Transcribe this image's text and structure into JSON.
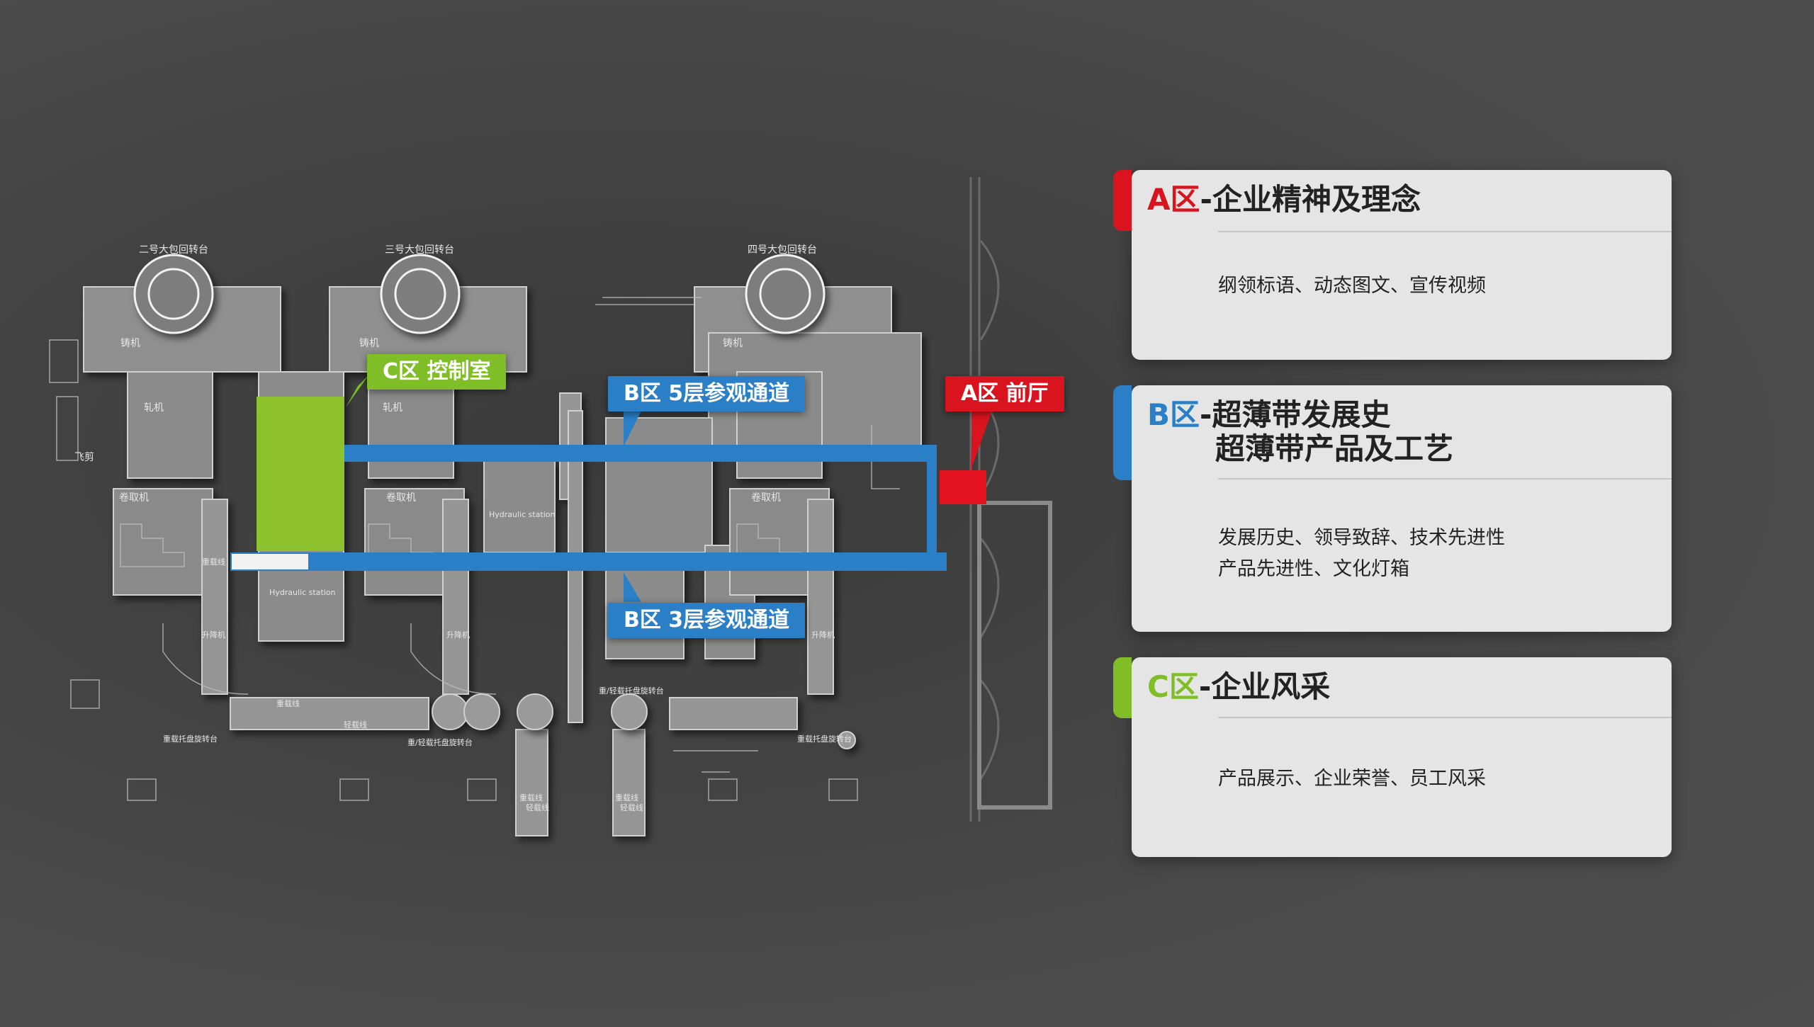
{
  "plan": {
    "turret_labels": [
      "二号大包回转台",
      "三号大包回转台",
      "四号大包回转台"
    ],
    "caster_label": "铸机",
    "mill_label": "轧机",
    "coiler_label": "卷取机",
    "shear_label": "飞剪",
    "lift_label": "升降机",
    "hydraulic_label": "Hydraulic station",
    "heavy_line": "重载线",
    "light_line": "轻载线",
    "heavy_tray_turret": "重载托盘旋转台",
    "mixed_tray_turret": "重/轻载托盘旋转台"
  },
  "callouts": {
    "zone_c": "C区 控制室",
    "zone_b5": "B区 5层参观通道",
    "zone_b3": "B区 3层参观通道",
    "zone_a": "A区 前厅"
  },
  "legend": {
    "a": {
      "letter": "A区",
      "title": "-企业精神及理念",
      "body": "纲领标语、动态图文、宣传视频"
    },
    "b": {
      "letter": "B区",
      "title_line1": "-超薄带发展史",
      "title_line2": "超薄带产品及工艺",
      "body_line1": "发展历史、领导致辞、技术先进性",
      "body_line2": "产品先进性、文化灯箱"
    },
    "c": {
      "letter": "C区",
      "title": "-企业风采",
      "body": "产品展示、企业荣誉、员工风采"
    }
  },
  "colors": {
    "zone_a": "#d9141e",
    "zone_b": "#2a7fc6",
    "zone_c": "#7fbe26"
  }
}
